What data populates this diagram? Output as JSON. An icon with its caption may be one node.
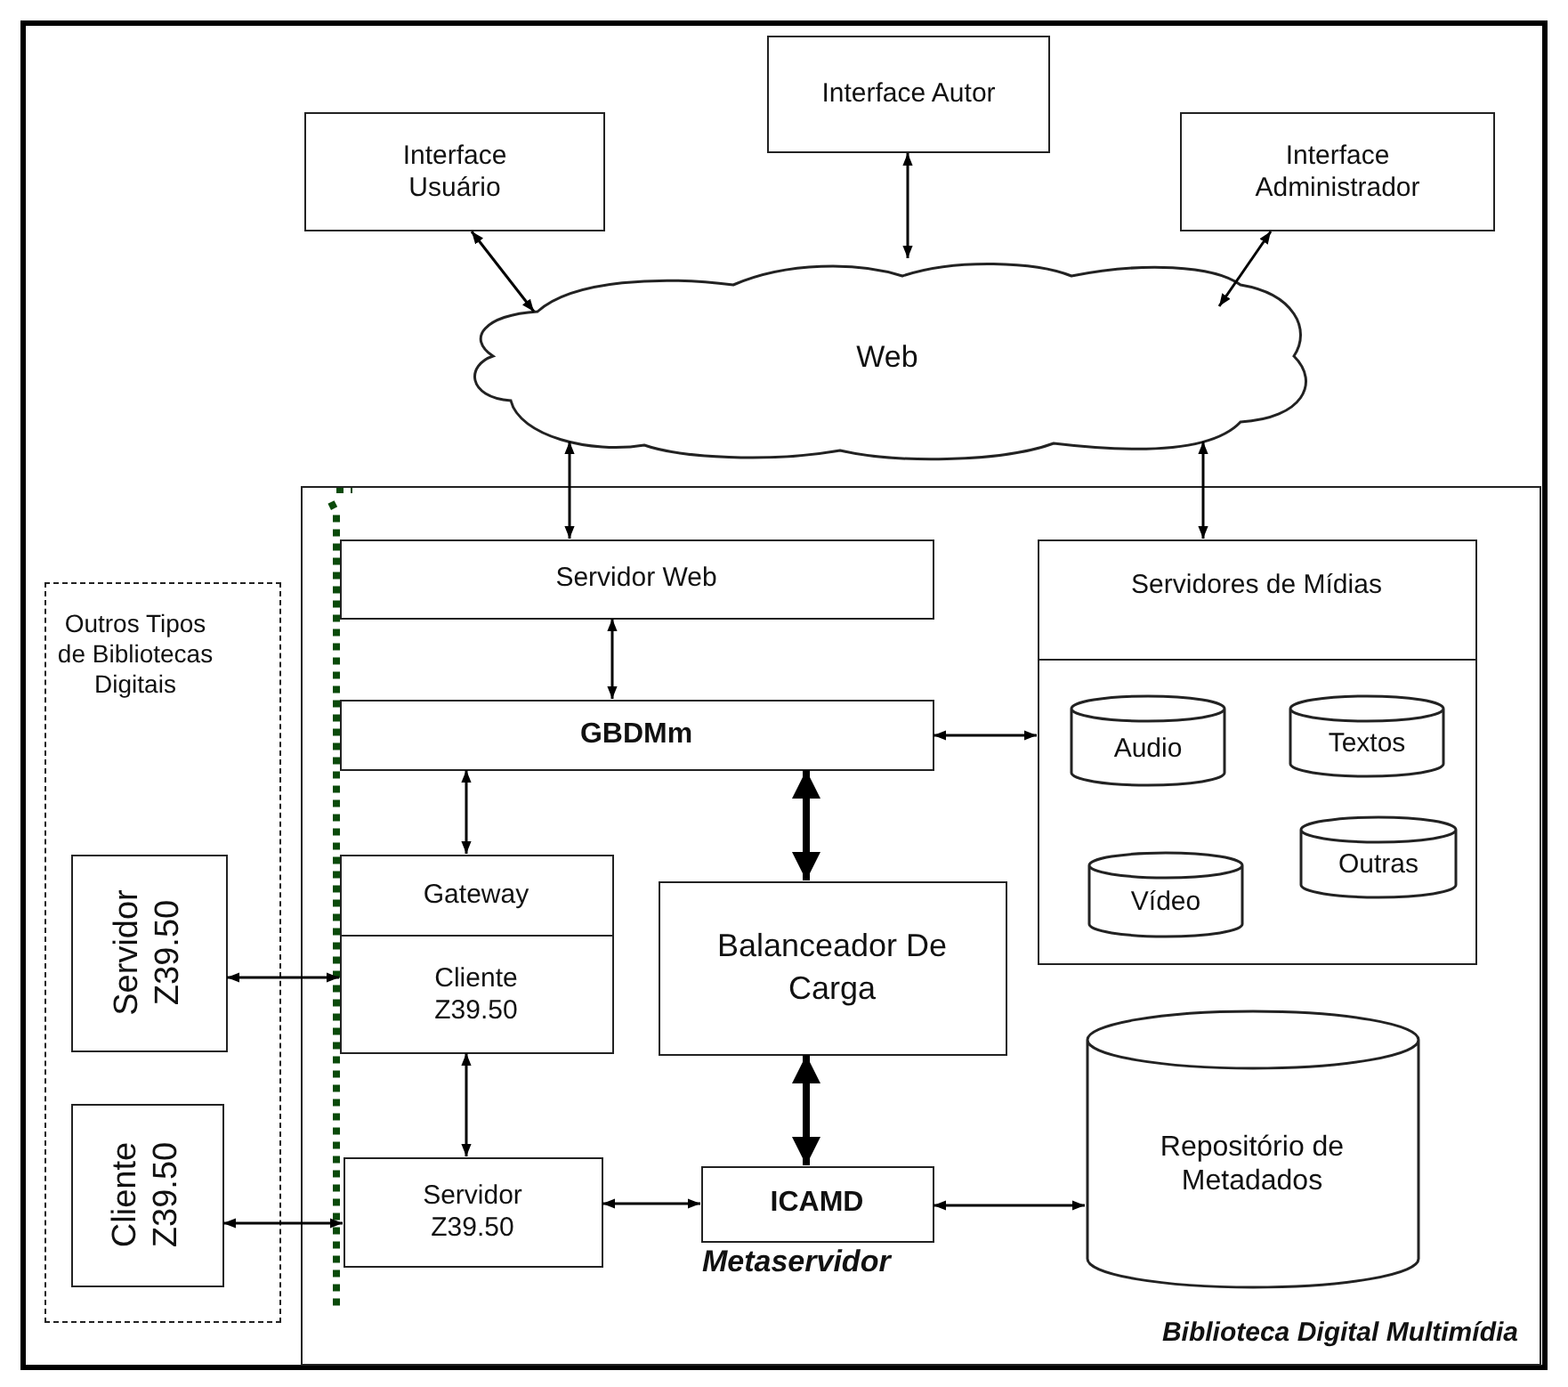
{
  "diagram": {
    "nodes": [
      {
        "text": [
          "Interface Usuário"
        ]
      },
      {
        "text": [
          "Interface Autor"
        ]
      },
      {
        "text": [
          "Interface Administrador"
        ]
      },
      {
        "text": [
          "Web"
        ]
      },
      {
        "text": [
          "Biblioteca Digital Multimídia"
        ]
      },
      {
        "text": [
          "Servidor Web"
        ],
        "in": 4
      },
      {
        "text": [
          "Servidores de Mídias"
        ],
        "in": 4
      },
      {
        "text": [
          "Audio"
        ],
        "in": 6
      },
      {
        "text": [
          "Textos"
        ],
        "in": 6
      },
      {
        "text": [
          "Vídeo"
        ],
        "in": 6
      },
      {
        "text": [
          "Outras"
        ],
        "in": 6
      },
      {
        "text": [
          "GBDMm"
        ],
        "in": 4
      },
      {
        "text": [
          "Gateway",
          "Cliente Z39.50"
        ],
        "in": 4
      },
      {
        "text": [
          "Balanceador De Carga"
        ],
        "in": 4
      },
      {
        "text": [
          "Repositório de Metadados"
        ],
        "in": 4
      },
      {
        "text": [
          "Servidor Z39.50"
        ],
        "in": 4
      },
      {
        "text": [
          "ICAMD"
        ],
        "in": 4,
        "beside": [
          "Metaservidor"
        ]
      },
      {
        "text": [
          "Outros Tipos de Bibliotecas Digitais"
        ]
      },
      {
        "text": [
          "Servidor Z39.50"
        ],
        "in": 17
      },
      {
        "text": [
          "Cliente Z39.50"
        ],
        "in": 17
      }
    ],
    "edges": [
      {
        "from": 0,
        "to": 3,
        "arrow": "both"
      },
      {
        "from": 1,
        "to": 3,
        "arrow": "both"
      },
      {
        "from": 2,
        "to": 3,
        "arrow": "both"
      },
      {
        "from": 3,
        "to": 5,
        "arrow": "both"
      },
      {
        "from": 3,
        "to": 6,
        "arrow": "both"
      },
      {
        "from": 5,
        "to": 11,
        "arrow": "both"
      },
      {
        "from": 11,
        "to": 6,
        "arrow": "both"
      },
      {
        "from": 11,
        "to": 13,
        "arrow": "both",
        "style": "thick"
      },
      {
        "from": 11,
        "to": 12,
        "arrow": "both"
      },
      {
        "from": 13,
        "to": 16,
        "arrow": "both",
        "style": "thick"
      },
      {
        "from": 12,
        "to": 15,
        "arrow": "both"
      },
      {
        "from": 15,
        "to": 16,
        "arrow": "both"
      },
      {
        "from": 16,
        "to": 14,
        "arrow": "both"
      },
      {
        "from": 18,
        "to": 12,
        "arrow": "both"
      },
      {
        "from": 19,
        "to": 15,
        "arrow": "both"
      }
    ]
  }
}
